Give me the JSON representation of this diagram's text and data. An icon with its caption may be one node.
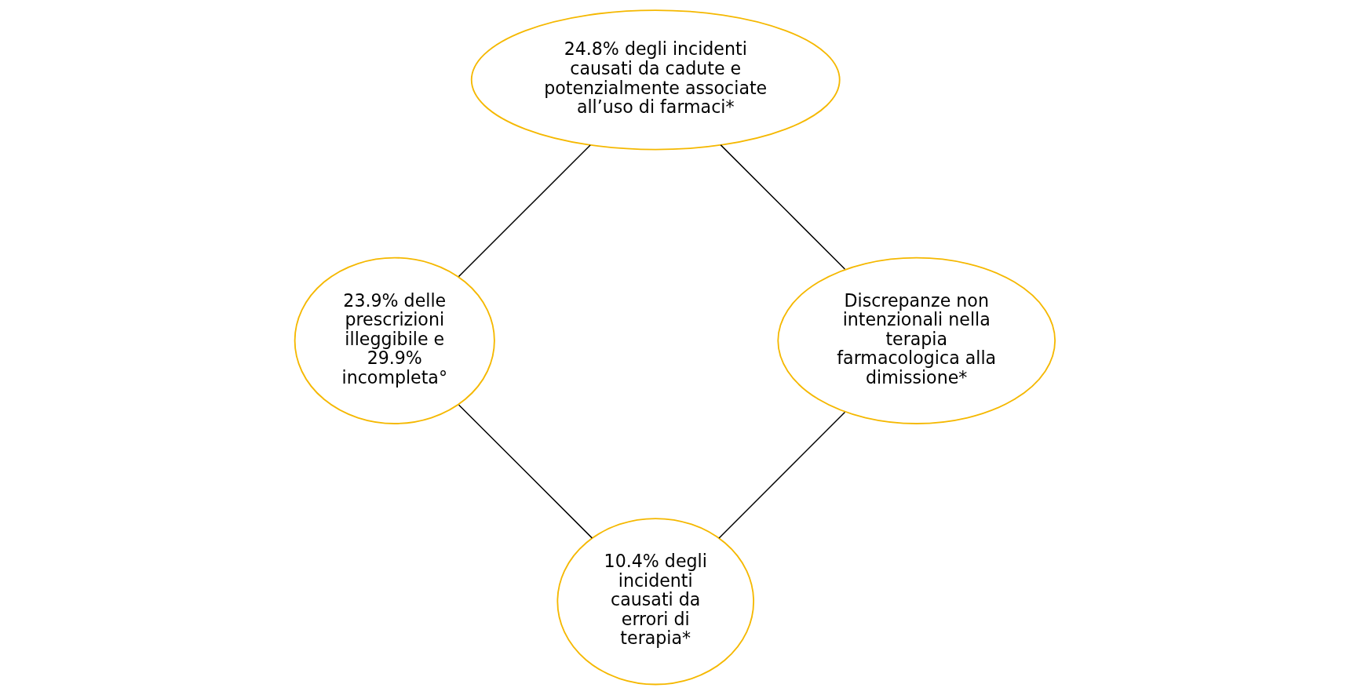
{
  "diagram": {
    "nodes": [
      {
        "text": [
          "10.4% degli incidenti causati da errori di terapia*"
        ]
      },
      {
        "text": [
          "Discrepanze non intenzionali nella terapia farmacologica alla dimissione*"
        ]
      },
      {
        "text": [
          "23.9% delle prescrizioni illeggibile e 29.9% incompleta°"
        ]
      },
      {
        "text": [
          "24.8% degli incidenti causati da cadute e potenzialmente associate all’uso di farmaci*"
        ]
      }
    ],
    "edges": [
      {
        "from": 0,
        "to": 2,
        "arrow": "none"
      },
      {
        "from": 2,
        "to": 3,
        "arrow": "none"
      },
      {
        "from": 3,
        "to": 1,
        "arrow": "none"
      },
      {
        "from": 1,
        "to": 0,
        "arrow": "none"
      }
    ]
  }
}
